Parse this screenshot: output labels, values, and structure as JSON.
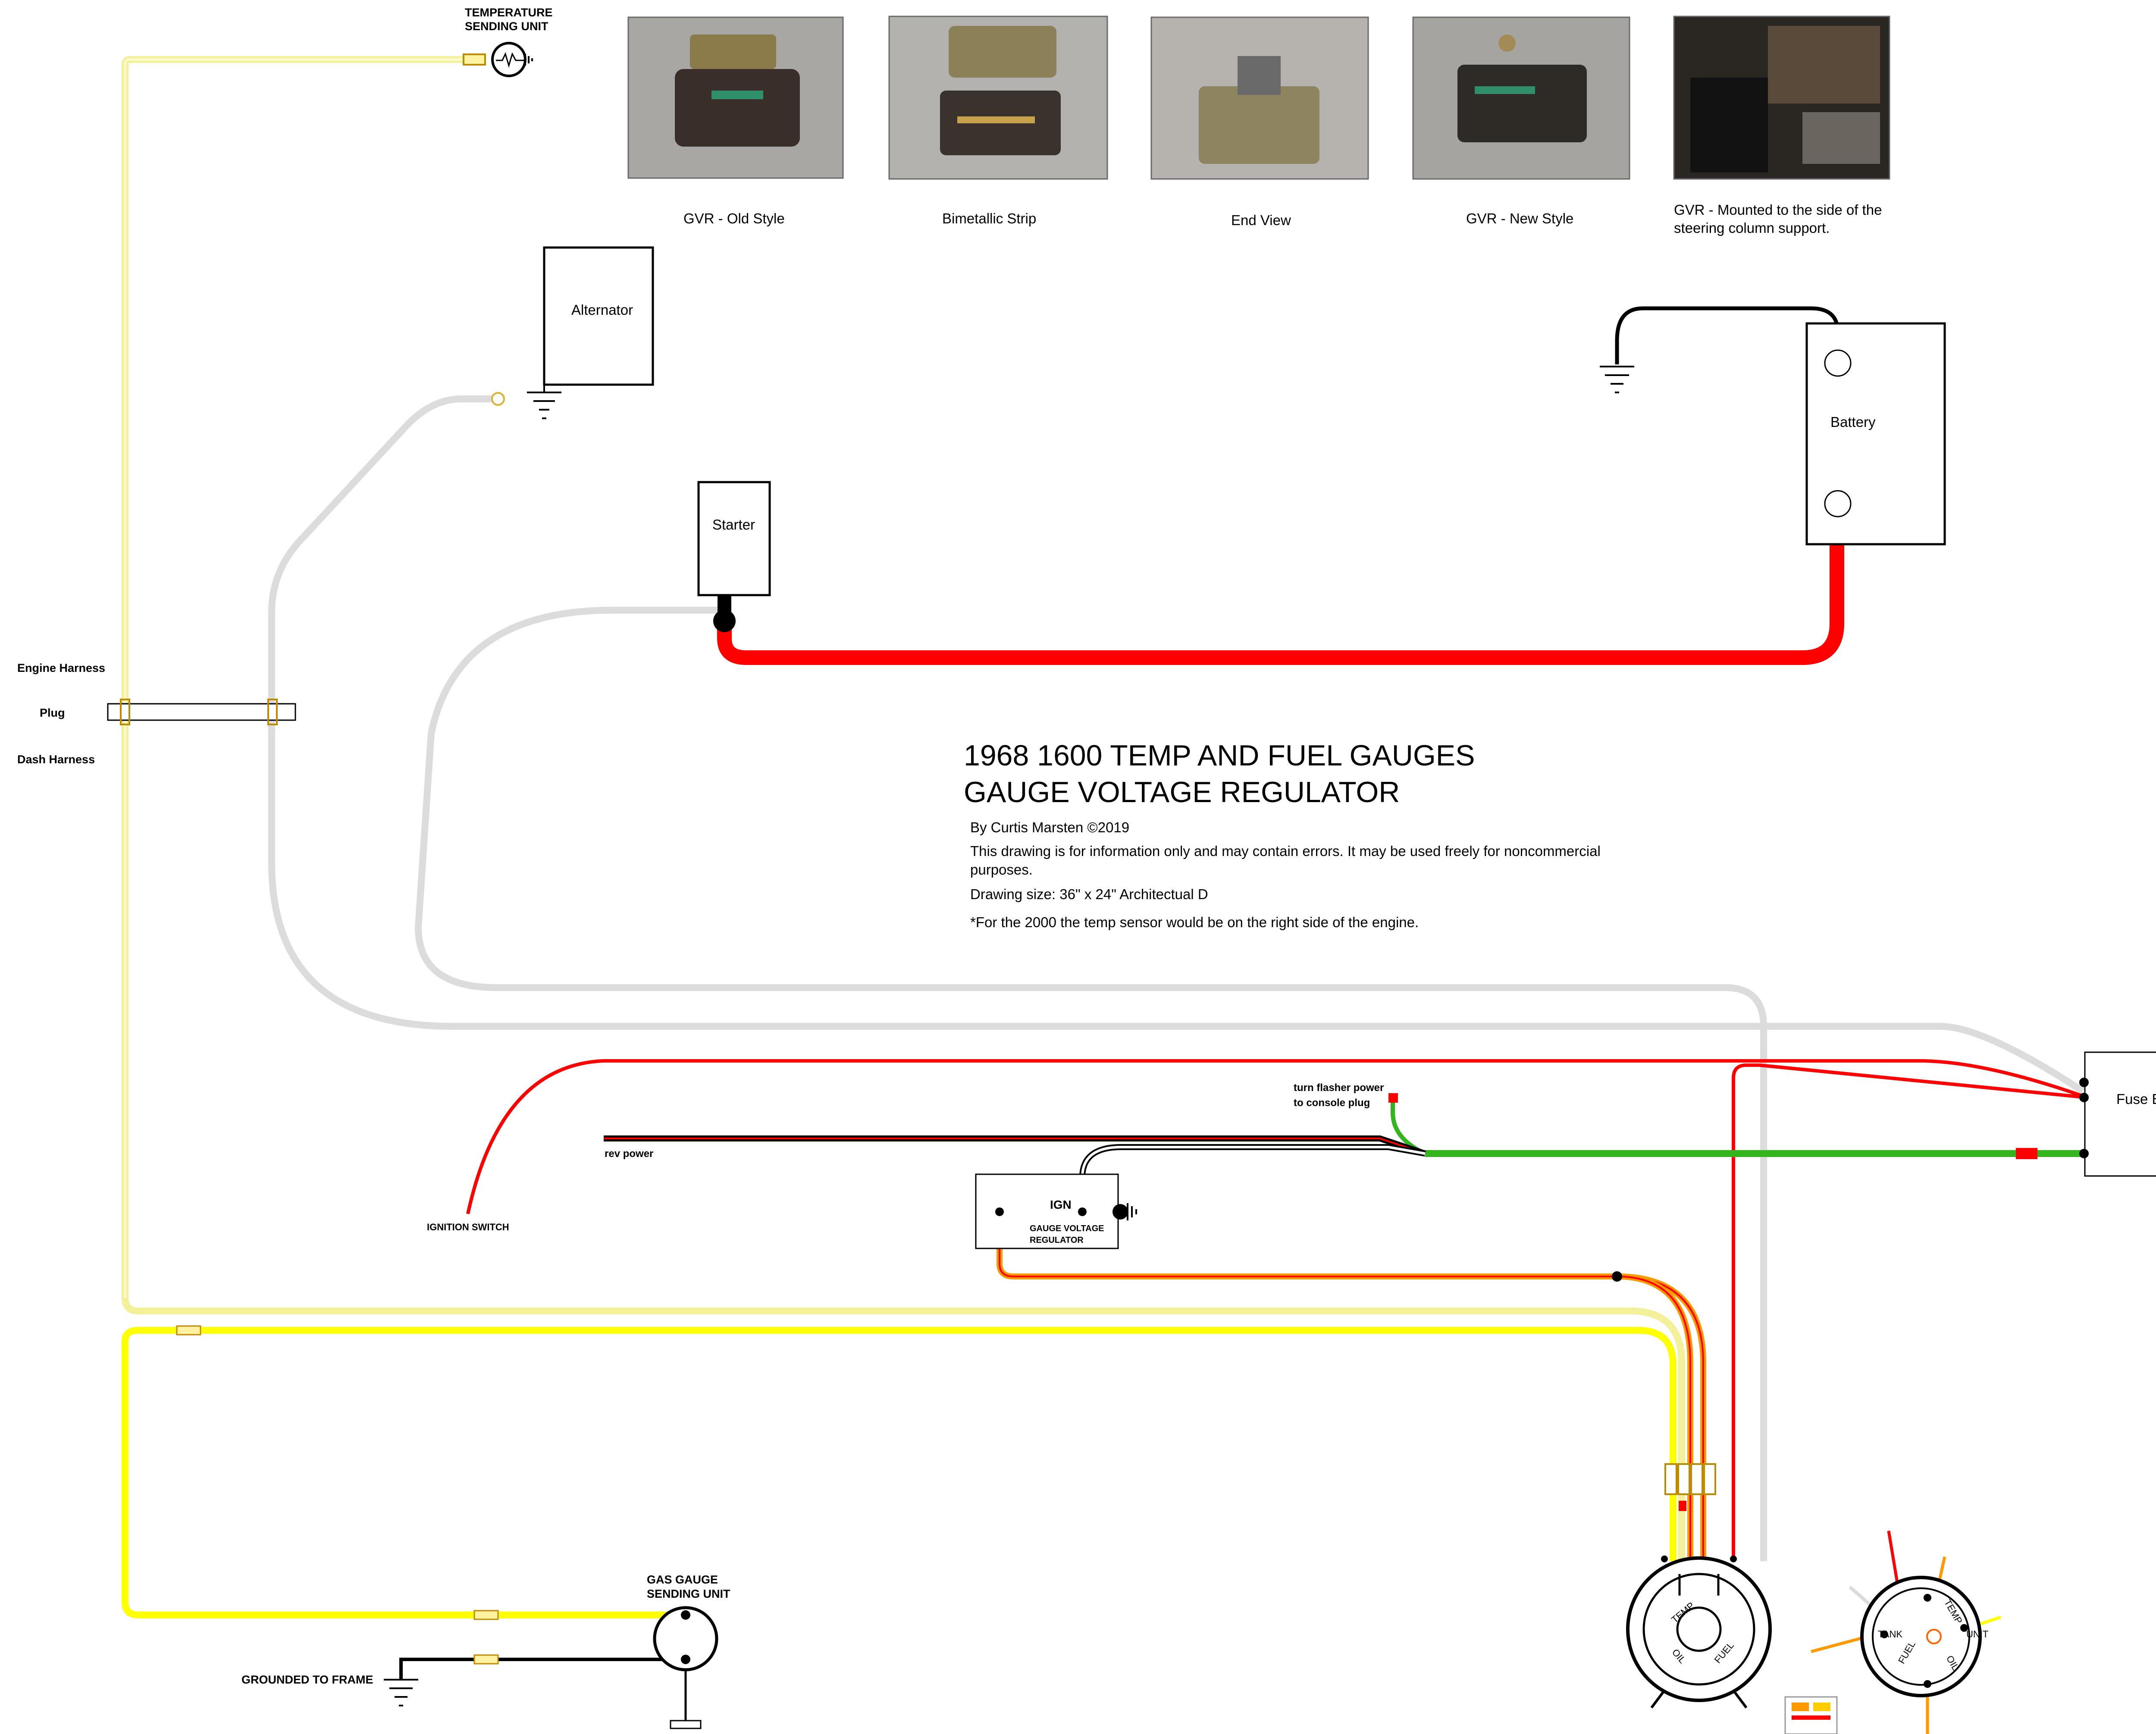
{
  "labels": {
    "temp_sending_unit_l1": "TEMPERATURE",
    "temp_sending_unit_l2": "SENDING UNIT",
    "engine_harness": "Engine Harness",
    "plug": "Plug",
    "dash_harness": "Dash Harness",
    "alternator": "Alternator",
    "starter": "Starter",
    "battery": "Battery",
    "fuse_box": "Fuse Box",
    "ignition_switch": "IGNITION SWITCH",
    "rev_power": "rev power",
    "turn_flasher_l1": "turn flasher power",
    "turn_flasher_l2": "to console plug",
    "ign": "IGN",
    "gvr_l1": "GAUGE VOLTAGE",
    "gvr_l2": "REGULATOR",
    "gas_gauge_l1": "GAS GAUGE",
    "gas_gauge_l2": "SENDING UNIT",
    "grounded_to_frame": "GROUNDED TO FRAME"
  },
  "photos": [
    {
      "caption": "GVR - Old Style"
    },
    {
      "caption": "Bimetallic Strip"
    },
    {
      "caption": "End View"
    },
    {
      "caption": "GVR - New Style"
    },
    {
      "caption_l1": "GVR - Mounted to the side of the",
      "caption_l2": "steering column support."
    }
  ],
  "title": {
    "line1": "1968 1600 TEMP AND FUEL GAUGES",
    "line2": "GAUGE VOLTAGE REGULATOR"
  },
  "notes": {
    "author": "By Curtis Marsten ©2019",
    "disclaimer_l1": "This drawing is for information only and may contain errors.  It may be used freely for noncommercial",
    "disclaimer_l2": "purposes.",
    "drawing_size": "Drawing size:  36\" x 24\" Architectual D",
    "footnote": "*For the 2000 the temp sensor would be on the right side of the engine."
  },
  "gauge_cluster": {
    "labels": [
      "TEMP",
      "FUEL",
      "OIL"
    ]
  },
  "gauge_back": {
    "labels": [
      "TANK",
      "UNIT",
      "FUEL",
      "TEMP",
      "OIL"
    ]
  },
  "colors": {
    "wire_red": "#ff0000",
    "wire_yellow": "#ffff00",
    "wire_pale_yellow": "#f3f09a",
    "wire_green": "#33b51d",
    "wire_gray": "#dcdcdc",
    "wire_black": "#000000",
    "wire_orange": "#ff9900"
  }
}
